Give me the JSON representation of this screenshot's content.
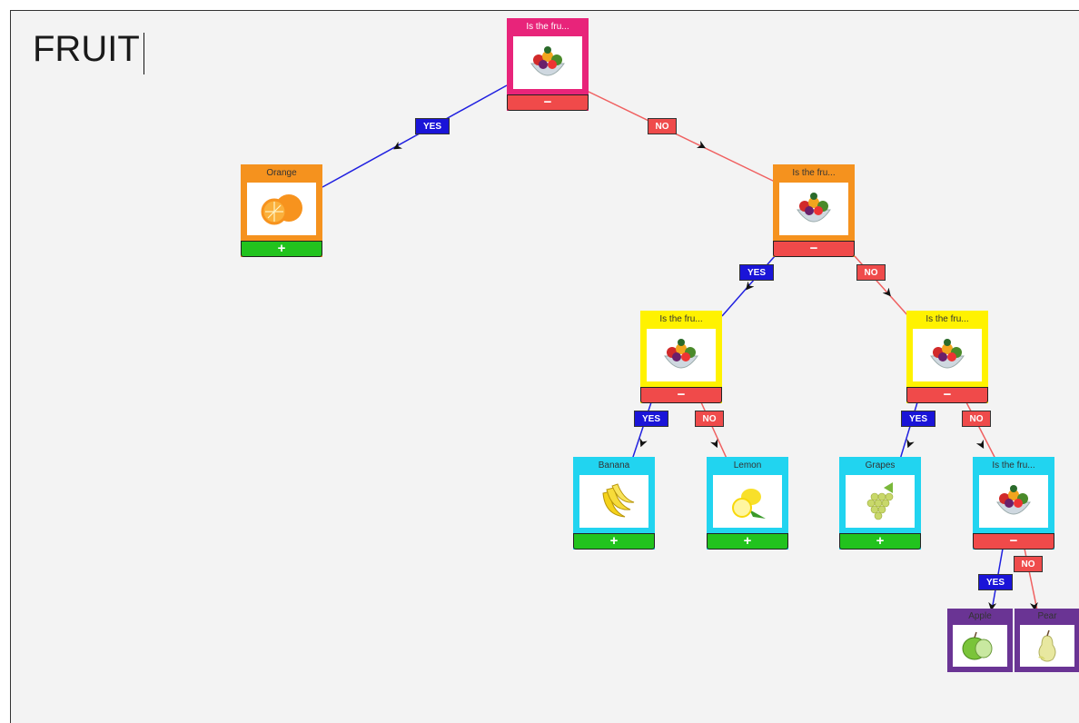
{
  "title": "FRUIT",
  "colors": {
    "yes_edge": "#2020e0",
    "no_edge": "#f06060",
    "root": "#e8247a",
    "orange": "#f5921e",
    "yellow": "#fff200",
    "cyan": "#21d4f0",
    "purple": "#6a3494"
  },
  "nodes": {
    "root": {
      "label": "Is the fru...",
      "image": "fruit-bowl-icon",
      "action": "−"
    },
    "orange": {
      "label": "Orange",
      "image": "orange-icon",
      "action": "+"
    },
    "q2": {
      "label": "Is the fru...",
      "image": "fruit-bowl-icon",
      "action": "−"
    },
    "q3": {
      "label": "Is the fru...",
      "image": "fruit-bowl-icon",
      "action": "−"
    },
    "q4": {
      "label": "Is the fru...",
      "image": "fruit-bowl-icon",
      "action": "−"
    },
    "banana": {
      "label": "Banana",
      "image": "banana-icon",
      "action": "+"
    },
    "lemon": {
      "label": "Lemon",
      "image": "lemon-icon",
      "action": "+"
    },
    "grapes": {
      "label": "Grapes",
      "image": "grapes-icon",
      "action": "+"
    },
    "q5": {
      "label": "Is the fru...",
      "image": "fruit-bowl-icon",
      "action": "−"
    },
    "apple": {
      "label": "Apple",
      "image": "apple-icon"
    },
    "pear": {
      "label": "Pear",
      "image": "pear-icon"
    }
  },
  "edge_labels": {
    "yes": "YES",
    "no": "NO"
  }
}
